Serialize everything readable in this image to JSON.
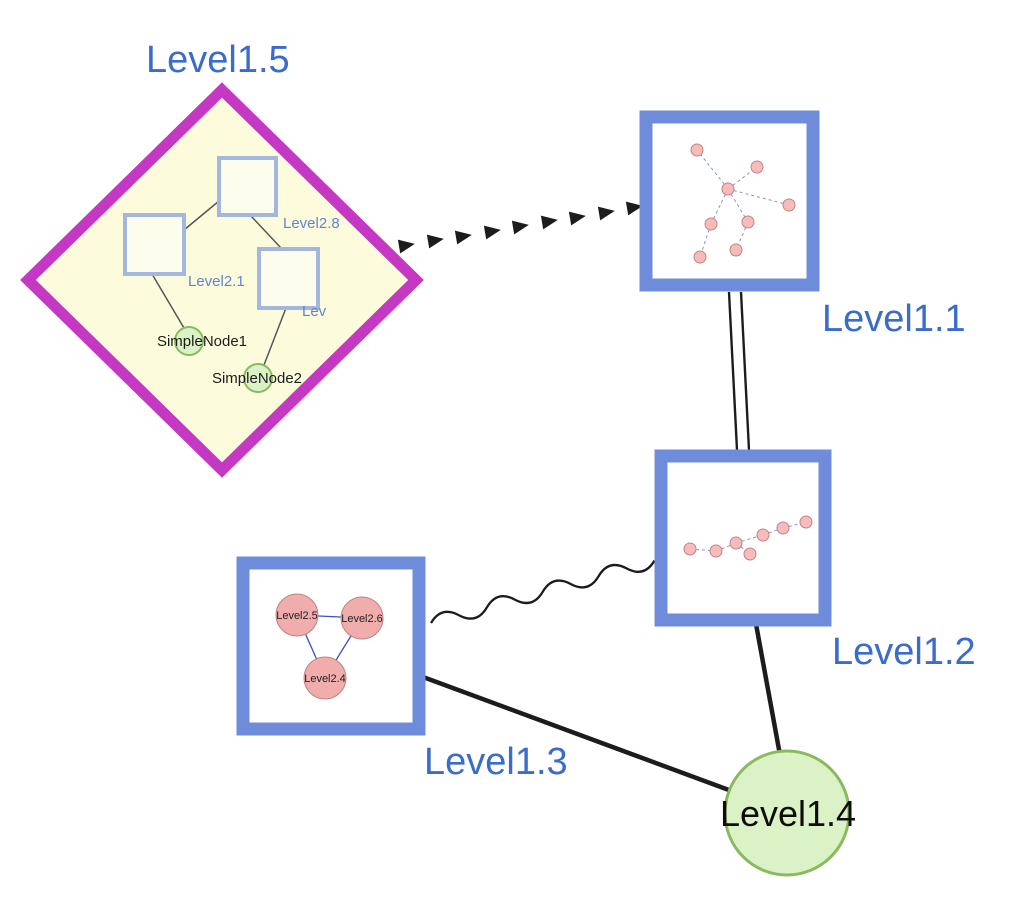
{
  "diagram": {
    "type": "nested-graph",
    "background": "#ffffff"
  },
  "colors": {
    "label_blue": "#3b6cc9",
    "inner_label_blue": "#6383cf",
    "node_border_blue": "#6e8cd9",
    "inner_square_border": "#a3b7de",
    "diamond_border_magenta": "#c438c4",
    "diamond_fill_yellow": "#fcfcdd",
    "green_node_fill": "#daf2c5",
    "green_node_border": "#8aba60",
    "mini_node_pink_fill": "#f5bcbc",
    "mini_node_pink_border": "#c98080",
    "inner_circle_pink_fill": "#f1acac",
    "inner_circle_pink_border": "#bd8383",
    "edge_black": "#1c1c1c",
    "mini_edge_blue": "#8092dd",
    "triangle_edge_blue": "#3c4ccc"
  },
  "nodes": {
    "level15": {
      "label": "Level1.5",
      "shape": "diamond"
    },
    "level11": {
      "label": "Level1.1",
      "shape": "square"
    },
    "level12": {
      "label": "Level1.2",
      "shape": "square"
    },
    "level13": {
      "label": "Level1.3",
      "shape": "square"
    },
    "level14": {
      "label": "Level1.4",
      "shape": "circle"
    },
    "level28": {
      "label": "Level2.8",
      "shape": "square"
    },
    "level21": {
      "label": "Level2.1",
      "shape": "square"
    },
    "lev": {
      "label": "Lev",
      "shape": "square"
    },
    "simplenode1": {
      "label": "SimpleNode1",
      "shape": "circle"
    },
    "simplenode2": {
      "label": "SimpleNode2",
      "shape": "circle"
    },
    "level25": {
      "label": "Level2.5",
      "shape": "circle"
    },
    "level26": {
      "label": "Level2.6",
      "shape": "circle"
    },
    "level24": {
      "label": "Level2.4",
      "shape": "circle"
    }
  },
  "edges": [
    {
      "from": "Level1.5",
      "to": "Level1.1",
      "style": "thick-dashed-arrow"
    },
    {
      "from": "Level1.1",
      "to": "Level1.2",
      "style": "double-line"
    },
    {
      "from": "Level1.3",
      "to": "Level1.2",
      "style": "wavy"
    },
    {
      "from": "Level1.3",
      "to": "Level1.4",
      "style": "solid"
    },
    {
      "from": "Level1.2",
      "to": "Level1.4",
      "style": "solid"
    }
  ]
}
